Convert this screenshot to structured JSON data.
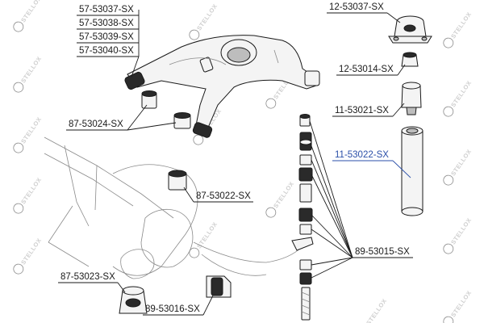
{
  "watermark": {
    "text": "STELLOX"
  },
  "labels": {
    "arm_group": [
      "57-53037-SX",
      "57-53038-SX",
      "57-53039-SX",
      "57-53040-SX"
    ],
    "mount": "12-53037-SX",
    "bump_stop": "12-53014-SX",
    "shock_boot": "11-53021-SX",
    "dust_cover": "11-53022-SX",
    "arm_bushing": "87-53024-SX",
    "knuckle_bushing": "87-53022-SX",
    "lower_bushing": "87-53023-SX",
    "stab_bushing": "89-53016-SX",
    "link_kit": "89-53015-SX"
  },
  "colors": {
    "highlight": "#2a4fa8",
    "line": "#1a1a1a",
    "watermark": "#cfcfcf"
  }
}
